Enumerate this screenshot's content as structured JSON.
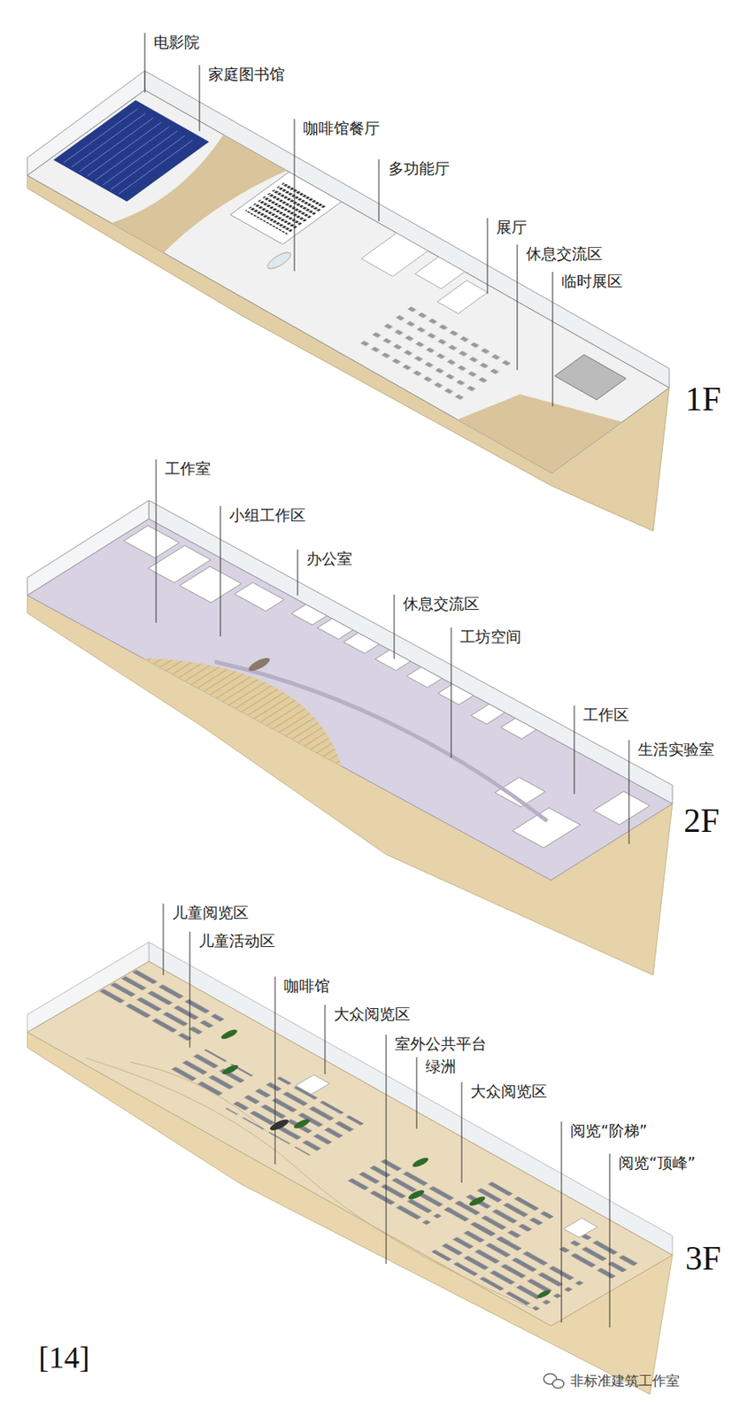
{
  "diagram": {
    "labels": [
      "电影院",
      "家庭图书馆",
      "咖啡馆餐厅",
      "多功能厅",
      "展厅",
      "休息交流区",
      "临时展区",
      "1F",
      "工作室",
      "小组工作区",
      "办公室",
      "休息交流区",
      "工坊空间",
      "工作区",
      "生活实验室",
      "2F",
      "儿童阅览区",
      "儿童活动区",
      "咖啡馆",
      "大众阅览区",
      "室外公共平台",
      "绿洲",
      "大众阅览区",
      "阅览“阶梯”",
      "阅览“顶峰”",
      "3F",
      "[14]",
      "非标准建筑工作室"
    ]
  }
}
